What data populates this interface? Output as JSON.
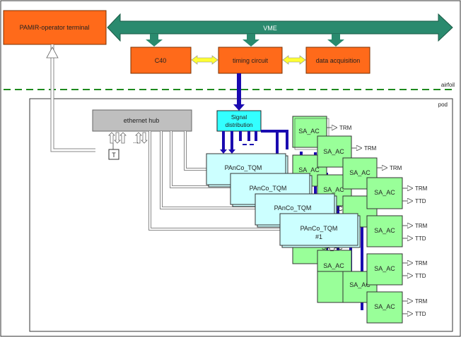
{
  "labels": {
    "operator": "PAMIR-operator terminal",
    "vme": "VME",
    "c40": "C40",
    "timing": "timing circuit",
    "daq": "data acquisition",
    "airfoil": "airfoil",
    "pod": "pod",
    "hub": "ethernet hub",
    "signal_line1": "Signal",
    "signal_line2": "distribution",
    "t_box": "T",
    "dots": "...",
    "panco": "PAnCo_TQM",
    "panco_last": "#1",
    "sa": "SA_AC",
    "trm": "TRM",
    "ttd": "TTD"
  },
  "colors": {
    "orange": "#ff6a1a",
    "vme_green": "#2a8a6e",
    "yellow": "#ffff33",
    "blue": "#1a0ab0",
    "cyan": "#33ffff",
    "pale_cyan": "#ccffff",
    "green": "#99ff99",
    "hub_gray": "#bfbfbf",
    "dashed_green": "#1e8a1e"
  }
}
